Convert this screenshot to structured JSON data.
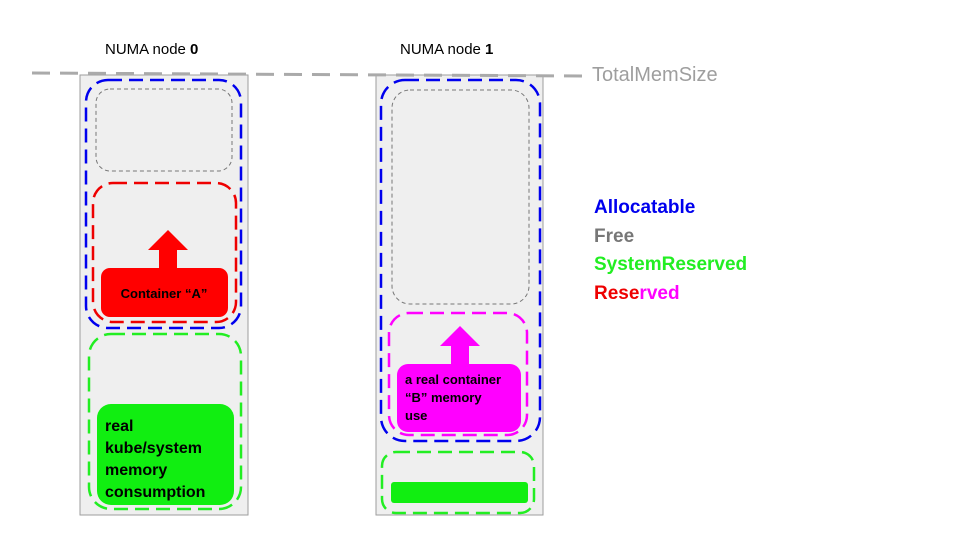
{
  "nodes": [
    {
      "title_prefix": "NUMA node ",
      "title_number": "0"
    },
    {
      "title_prefix": "NUMA node ",
      "title_number": "1"
    }
  ],
  "total_mem_label": "TotalMemSize",
  "containers": {
    "a_label": "Container “A”",
    "b_lines": [
      "a real container",
      "“B” memory",
      "use"
    ]
  },
  "system_consumption_lines": [
    "real",
    "kube/system",
    "memory",
    "consumption"
  ],
  "legend": {
    "allocatable": "Allocatable",
    "free": "Free",
    "system_reserved": "SystemReserved",
    "reserved_part1": "Rese",
    "reserved_part2": "rved"
  },
  "colors": {
    "allocatable": "#0000ee",
    "free": "#777777",
    "system_reserved": "#22ee22",
    "reserved": "#ee0000",
    "container_b": "#ff00ff",
    "node_bg": "#efefef"
  }
}
